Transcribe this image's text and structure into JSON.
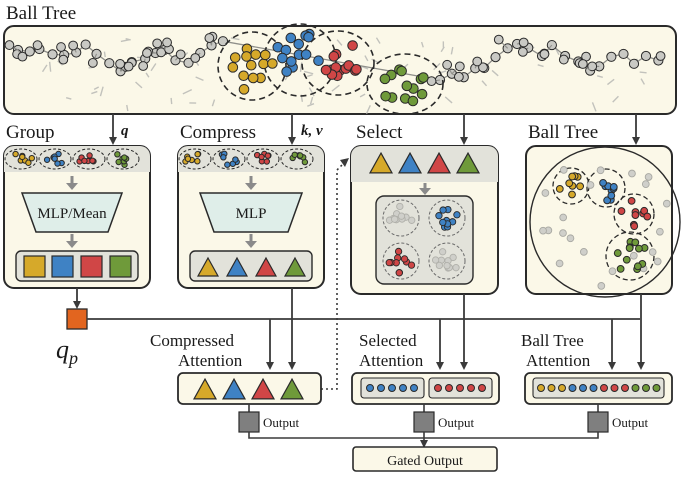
{
  "colors": {
    "panel_fill": "#fbf8e8",
    "panel_stroke": "#2a2a2a",
    "header_fill": "#e2e2da",
    "gray_point": "#c9c9c4",
    "yellow": "#d6a92a",
    "blue": "#3f82c4",
    "red": "#d04646",
    "green": "#6f9a3a",
    "orange": "#e2651f",
    "arrow": "#3a3a3a"
  },
  "top_panel": {
    "title": "Ball Tree"
  },
  "group_panel": {
    "title": "Group",
    "input_label": "q",
    "block_label": "MLP/Mean"
  },
  "compress_panel": {
    "title": "Compress",
    "input_label": "k, v",
    "block_label": "MLP"
  },
  "select_panel": {
    "title": "Select"
  },
  "balltree_panel": {
    "title": "Ball Tree"
  },
  "query_token": {
    "label": "q",
    "subscript": "p"
  },
  "attention": {
    "compressed": {
      "line1": "Compressed",
      "line2": "Attention",
      "output_label": "Output"
    },
    "selected": {
      "line1": "Selected",
      "line2": "Attention",
      "output_label": "Output"
    },
    "balltree": {
      "line1": "Ball Tree",
      "line2": "Attention",
      "output_label": "Output"
    }
  },
  "gated_output": {
    "label": "Gated Output"
  },
  "icons": [
    "triangle-yellow-icon",
    "triangle-blue-icon",
    "triangle-red-icon",
    "triangle-green-icon",
    "square-token-icon",
    "point-cloud-icon"
  ]
}
